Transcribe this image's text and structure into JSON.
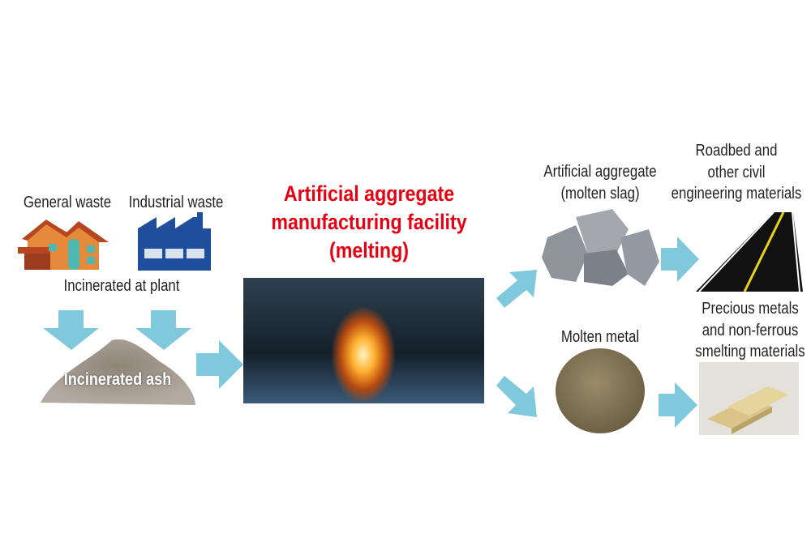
{
  "sources": {
    "general_waste": "General waste",
    "industrial_waste": "Industrial waste",
    "incinerated": "Incinerated at plant"
  },
  "ash_label": "Incinerated ash",
  "facility_title": [
    "Artificial aggregate",
    "manufacturing facility",
    "(melting)"
  ],
  "aggregate": {
    "line1": "Artificial aggregate",
    "line2": "(molten slag)"
  },
  "roadbed": [
    "Roadbed and",
    "other civil",
    "engineering materials"
  ],
  "molten_metal": "Molten metal",
  "precious": [
    "Precious metals",
    "and non-ferrous",
    "smelting materials"
  ],
  "colors": {
    "arrow": "#80c8dc",
    "title_red": "#e60012"
  }
}
